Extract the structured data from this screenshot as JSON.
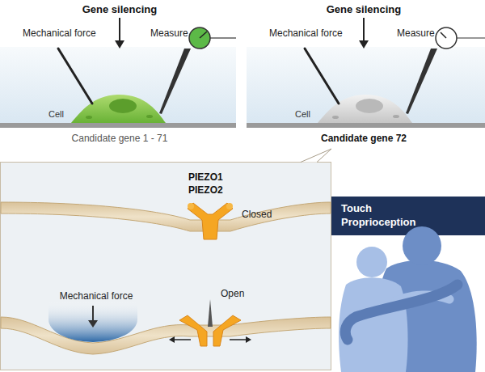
{
  "diagram": {
    "nodes": [
      {
        "text": [
          "Gene silencing",
          "Mechanical force",
          "Measure",
          "Cell",
          "Candidate gene 1 - 71"
        ]
      },
      {
        "text": [
          "Gene silencing",
          "Mechanical force",
          "Measure",
          "Cell",
          "Candidate gene 72"
        ]
      },
      {
        "text": [
          "PIEZO1 PIEZO2",
          "Closed",
          "Mechanical force",
          "Open"
        ]
      },
      {
        "text": [
          "Touch Proprioception"
        ]
      }
    ],
    "edges": [
      {
        "from": 1,
        "to": 2,
        "arrow": "none"
      }
    ]
  }
}
